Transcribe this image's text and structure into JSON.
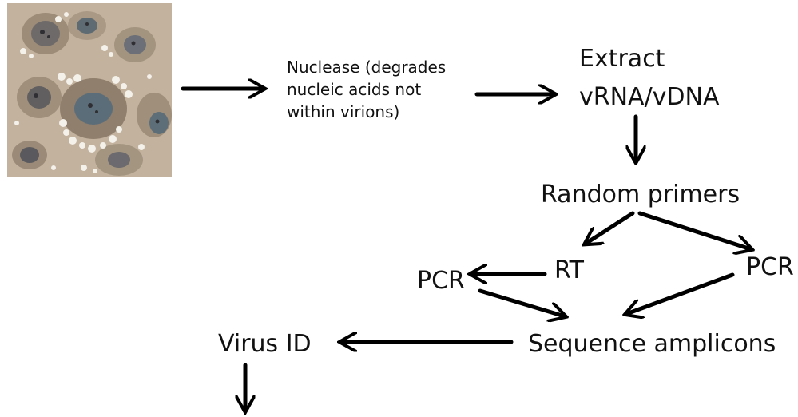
{
  "figure": {
    "cell_image": {
      "kind": "micrograph",
      "subject": "cultured cells",
      "background_color": "#c7b7a4"
    },
    "nodes": {
      "nuclease": {
        "lines": [
          "Nuclease (degrades",
          "nucleic acids not",
          "within virions)"
        ]
      },
      "extract": {
        "lines": [
          "Extract",
          "vRNA/vDNA"
        ]
      },
      "random_primers": {
        "text": "Random primers"
      },
      "rt": {
        "text": "RT"
      },
      "pcr_left": {
        "text": "PCR"
      },
      "pcr_right": {
        "text": "PCR"
      },
      "sequence": {
        "text": "Sequence amplicons"
      },
      "virus_id": {
        "text": "Virus ID"
      }
    },
    "arrow_color": "#000000"
  }
}
